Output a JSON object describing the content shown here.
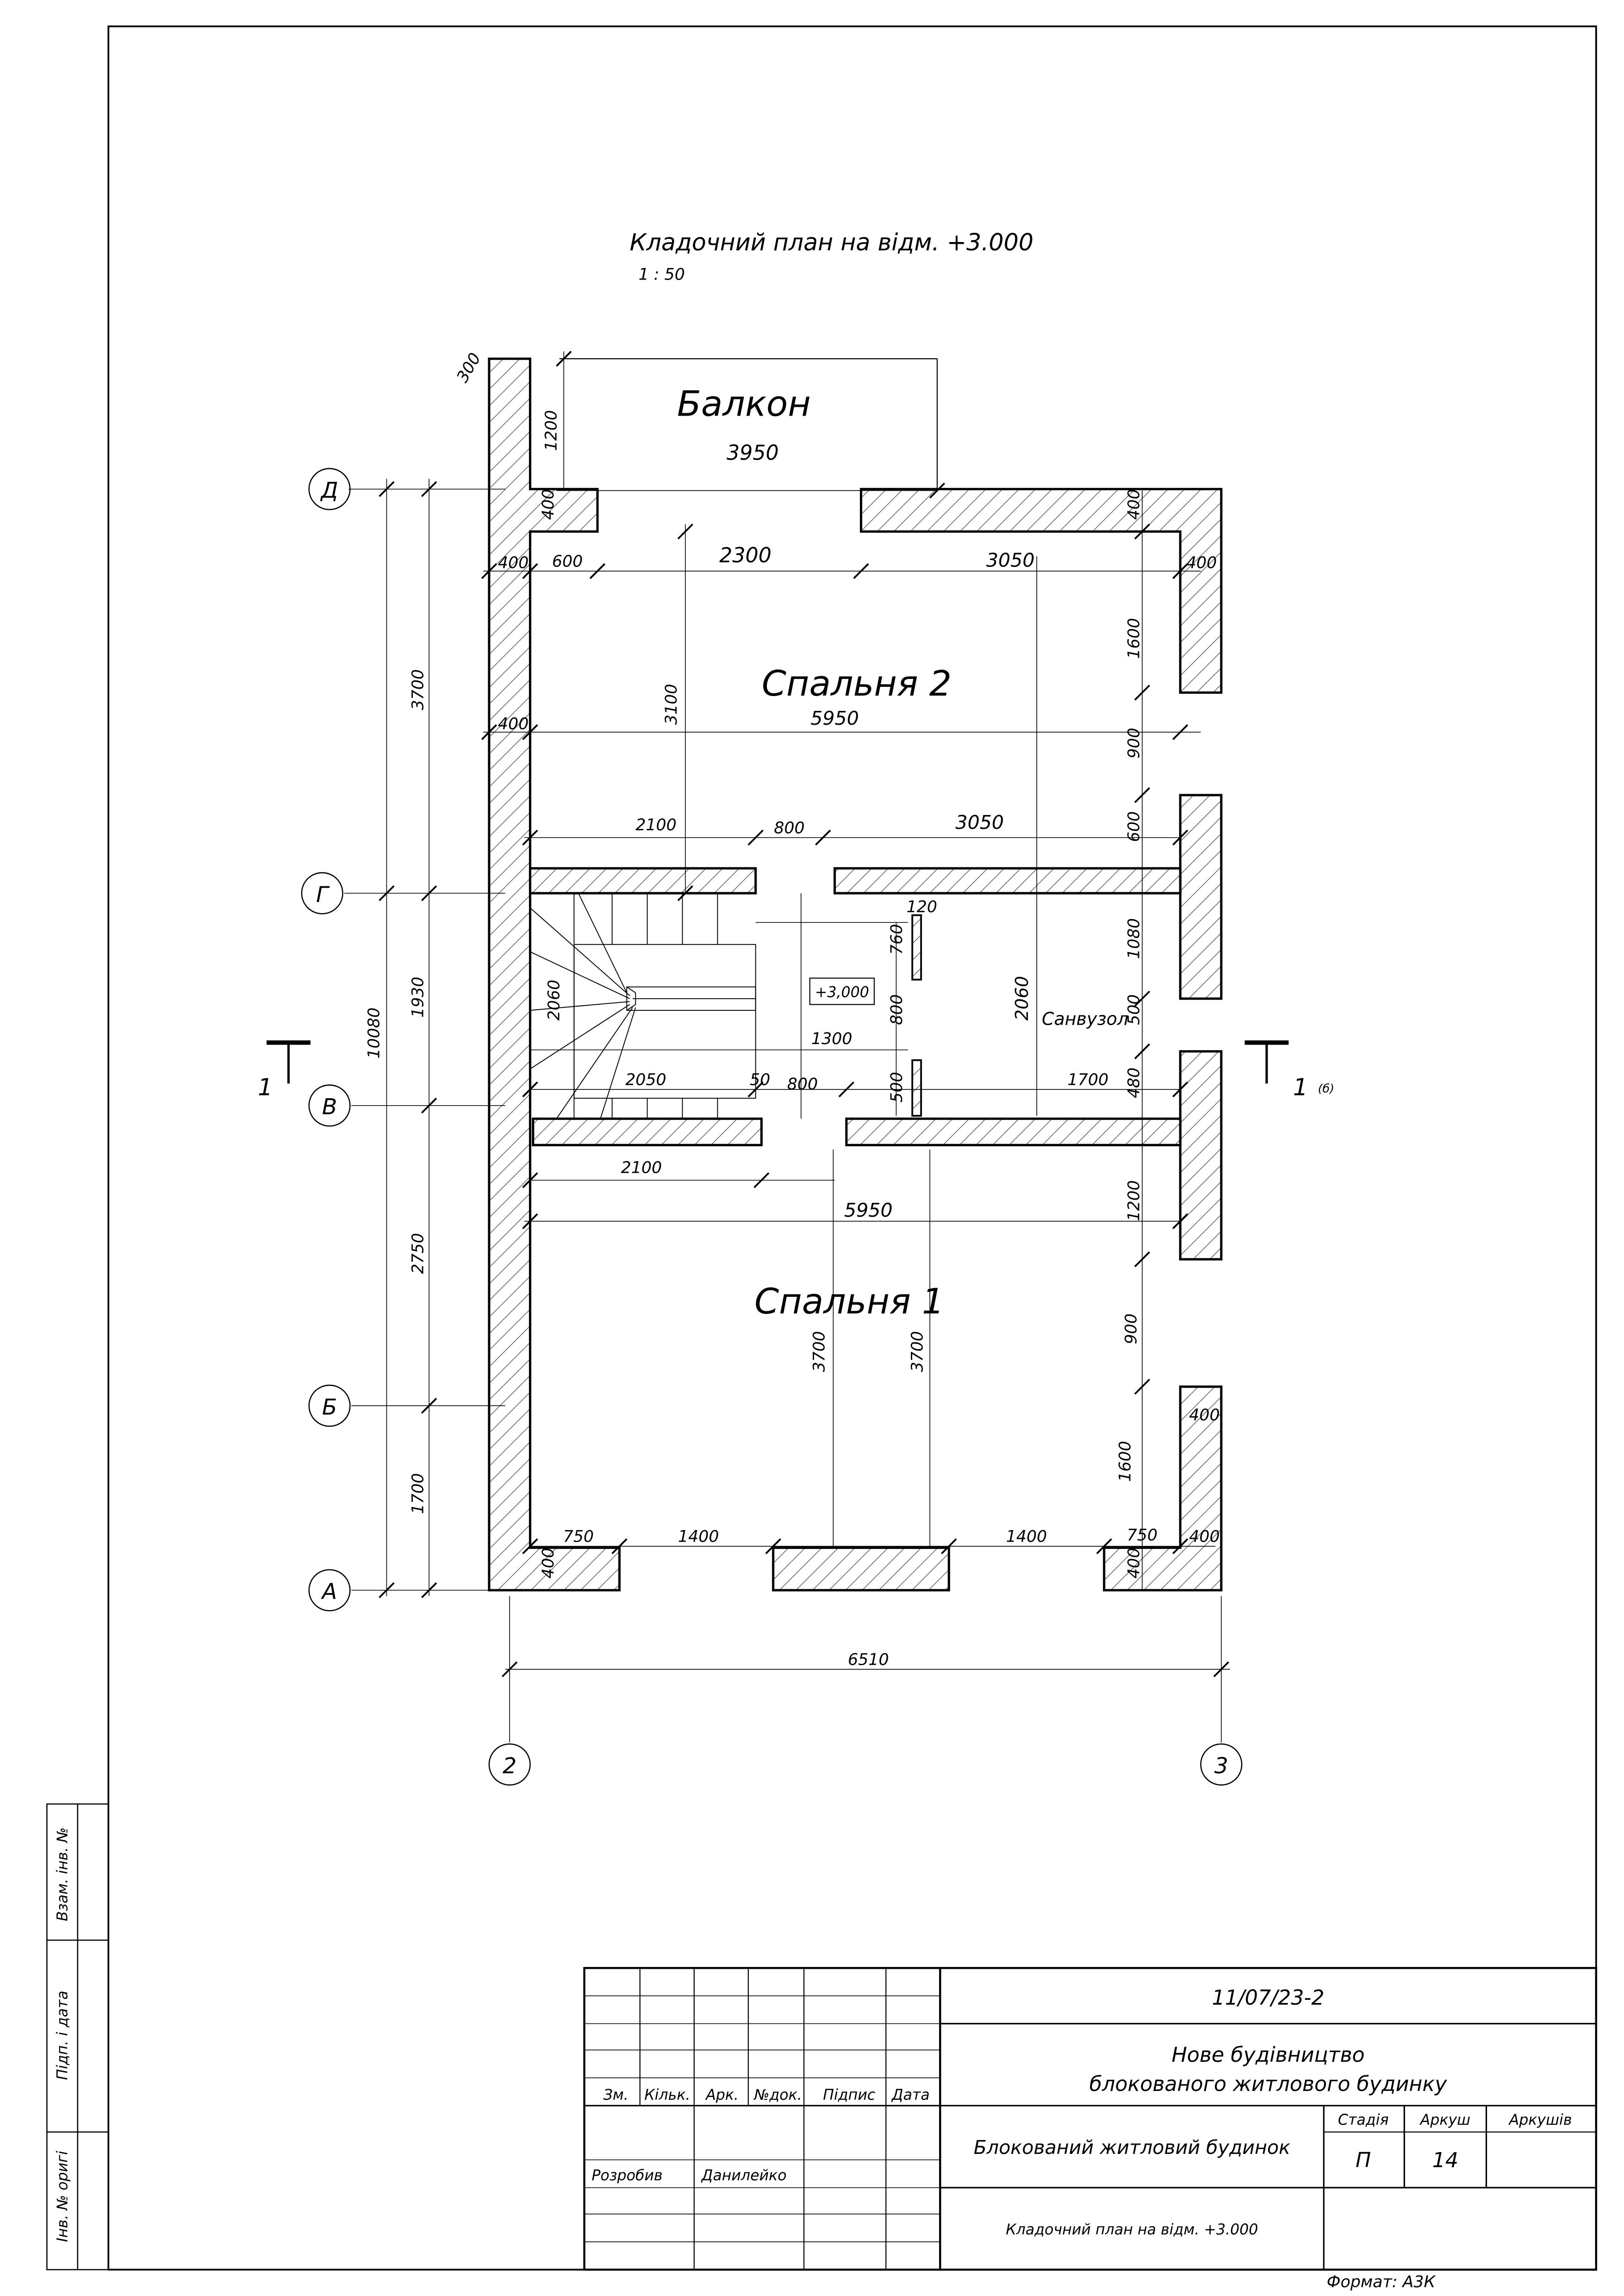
{
  "drawing": {
    "title": "Кладочний план на відм. +3.000",
    "scale": "1 : 50",
    "level_mark": "+3,000"
  },
  "rooms": {
    "balcony": "Балкон",
    "bedroom2": "Спальня 2",
    "bedroom1": "Спальня 1",
    "bathroom": "Санвузол"
  },
  "axes": {
    "row": [
      "Д",
      "Г",
      "В",
      "Б",
      "А"
    ],
    "col": [
      "2",
      "3"
    ]
  },
  "section": {
    "label": "1",
    "sheet_ref": "(б)"
  },
  "dims": {
    "d300": "300",
    "d1200a": "1200",
    "d3950": "3950",
    "d400a": "400",
    "d400b": "400",
    "d400c": "400",
    "d400d": "400",
    "d400e": "400",
    "d400f": "400",
    "d400g": "400",
    "d400h": "400",
    "d400i": "400",
    "d600a": "600",
    "d2300": "2300",
    "d3050a": "3050",
    "d1600a": "1600",
    "d3100": "3100",
    "d5950a": "5950",
    "d900a": "900",
    "d2100a": "2100",
    "d800a": "800",
    "d3050b": "3050",
    "d600b": "600",
    "d120": "120",
    "d760": "760",
    "d1080": "1080",
    "d2060a": "2060",
    "d800b": "800",
    "d2060b": "2060",
    "d500a": "500",
    "d1300": "1300",
    "d2050": "2050",
    "d50": "50",
    "d800c": "800",
    "d500b": "500",
    "d1700a": "1700",
    "d480": "480",
    "d2100b": "2100",
    "d5950b": "5950",
    "d1200b": "1200",
    "d3700a": "3700",
    "d3700b": "3700",
    "d900b": "900",
    "d1600b": "1600",
    "d750a": "750",
    "d1400a": "1400",
    "d1400b": "1400",
    "d750b": "750",
    "d6510": "6510",
    "d10080": "10080",
    "d3700c": "3700",
    "d1930": "1930",
    "d2750": "2750",
    "d1700b": "1700"
  },
  "side_stamp": {
    "vzam": "Взам. інв. №",
    "pidp": "Підп. і дата",
    "inv": "Інв. № оригі"
  },
  "title_block": {
    "code": "11/07/23-2",
    "project_line1": "Нове будівництво",
    "project_line2": "блокованого житлового будинку",
    "headers": [
      "Зм.",
      "Кільк.",
      "Арк.",
      "№док.",
      "Підпис",
      "Дата"
    ],
    "developed_label": "Розробив",
    "developed_name": "Данилейко",
    "building": "Блокований житловий будинок",
    "sheet_title": "Кладочний план на відм. +3.000",
    "stage_label": "Стадія",
    "sheet_label": "Аркуш",
    "sheets_label": "Аркушів",
    "stage": "П",
    "sheet": "14",
    "sheets": ""
  },
  "format": "Формат: А3К"
}
